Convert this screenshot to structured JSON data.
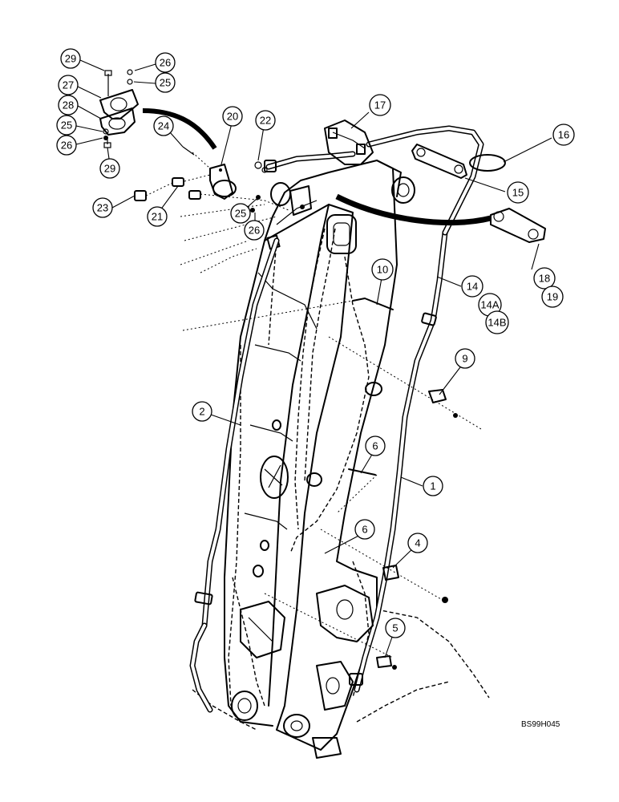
{
  "figure_id": "BS99H045",
  "callouts": [
    {
      "label": "29"
    },
    {
      "label": "26"
    },
    {
      "label": "27"
    },
    {
      "label": "25"
    },
    {
      "label": "28"
    },
    {
      "label": "25"
    },
    {
      "label": "26"
    },
    {
      "label": "29"
    },
    {
      "label": "24"
    },
    {
      "label": "20"
    },
    {
      "label": "22"
    },
    {
      "label": "17"
    },
    {
      "label": "16"
    },
    {
      "label": "15"
    },
    {
      "label": "23"
    },
    {
      "label": "21"
    },
    {
      "label": "25"
    },
    {
      "label": "26"
    },
    {
      "label": "18"
    },
    {
      "label": "19"
    },
    {
      "label": "10"
    },
    {
      "label": "14"
    },
    {
      "label": "14A"
    },
    {
      "label": "14B"
    },
    {
      "label": "9"
    },
    {
      "label": "2"
    },
    {
      "label": "6"
    },
    {
      "label": "1"
    },
    {
      "label": "6"
    },
    {
      "label": "4"
    },
    {
      "label": "5"
    }
  ]
}
